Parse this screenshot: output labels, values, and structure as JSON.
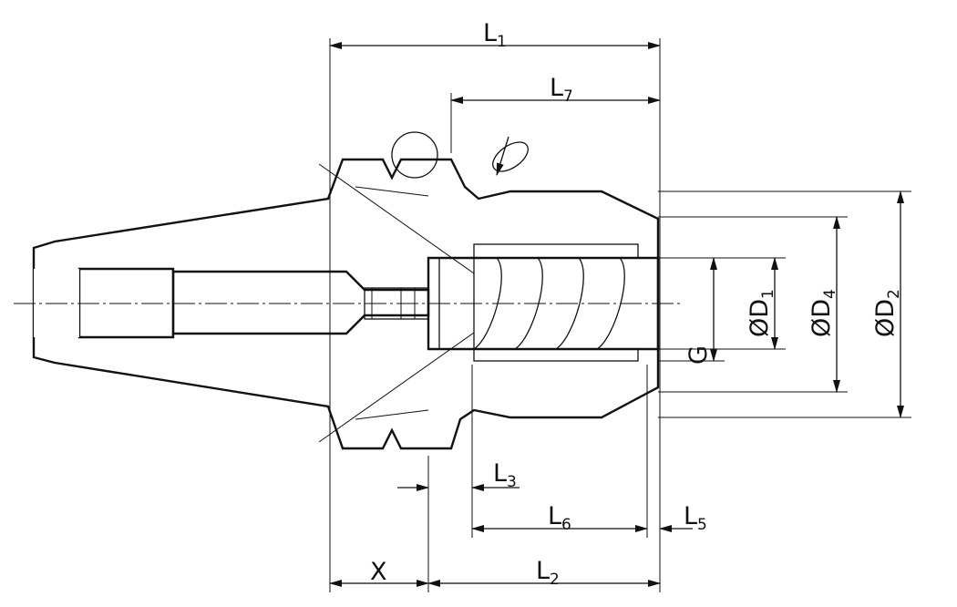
{
  "drawing": {
    "dimensions": {
      "L1": {
        "main": "L",
        "sub": "1"
      },
      "L7": {
        "main": "L",
        "sub": "7"
      },
      "L3": {
        "main": "L",
        "sub": "3"
      },
      "L6": {
        "main": "L",
        "sub": "6"
      },
      "L5": {
        "main": "L",
        "sub": "5"
      },
      "L2": {
        "main": "L",
        "sub": "2"
      },
      "X": {
        "main": "X"
      },
      "D1": {
        "main": "ØD",
        "sub": "1"
      },
      "D4": {
        "main": "ØD",
        "sub": "4"
      },
      "D2": {
        "main": "ØD",
        "sub": "2"
      },
      "G": {
        "main": "G"
      }
    },
    "colors": {
      "line": "#111111",
      "background": "#ffffff"
    }
  }
}
